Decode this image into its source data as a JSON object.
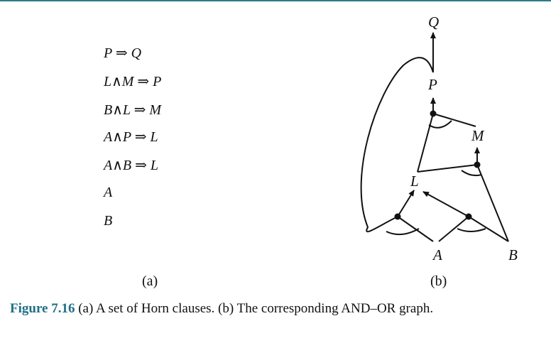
{
  "clauses": [
    "P ⇒ Q",
    "L∧M ⇒ P",
    "B∧L ⇒ M",
    "A∧P ⇒ L",
    "A∧B ⇒ L",
    "A",
    "B"
  ],
  "graph": {
    "nodes": [
      "Q",
      "P",
      "M",
      "L",
      "A",
      "B"
    ]
  },
  "labels": {
    "a": "(a)",
    "b": "(b)"
  },
  "caption": {
    "figure_number": "Figure 7.16",
    "text": "(a) A set of Horn clauses. (b) The corresponding AND–OR graph."
  }
}
